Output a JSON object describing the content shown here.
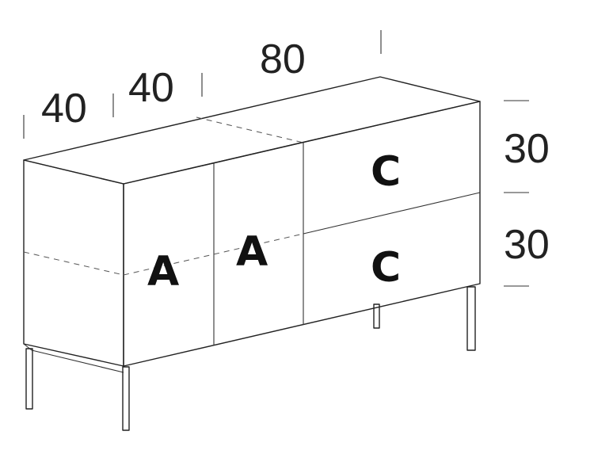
{
  "dimensions": {
    "width_left_1": "40",
    "width_left_2": "40",
    "width_right": "80",
    "height_top": "30",
    "height_bottom": "30"
  },
  "labels": {
    "door_1": "A",
    "door_2": "A",
    "drawer_top": "C",
    "drawer_bottom": "C"
  }
}
